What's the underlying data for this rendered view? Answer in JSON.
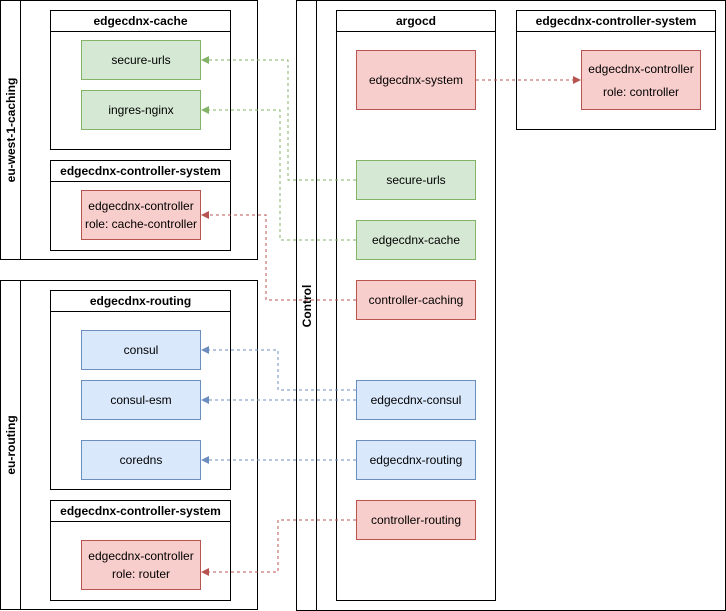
{
  "pools": {
    "caching": "eu-west-1-caching",
    "routing": "eu-routing",
    "control": "Control"
  },
  "namespaces": {
    "cache": "edgecdnx-cache",
    "caching_controller_system": "edgecdnx-controller-system",
    "routing": "edgecdnx-routing",
    "routing_controller_system": "edgecdnx-controller-system",
    "argocd": "argocd",
    "control_controller_system": "edgecdnx-controller-system"
  },
  "nodes": {
    "cache_secure_urls": "secure-urls",
    "cache_ingres_nginx": "ingres-nginx",
    "caching_controller": {
      "name": "edgecdnx-controller",
      "role": "role: cache-controller"
    },
    "routing_consul": "consul",
    "routing_consul_esm": "consul-esm",
    "routing_coredns": "coredns",
    "routing_controller": {
      "name": "edgecdnx-controller",
      "role": "role: router"
    },
    "argo_edgecdnx_system": "edgecdnx-system",
    "argo_secure_urls": "secure-urls",
    "argo_edgecdnx_cache": "edgecdnx-cache",
    "argo_controller_caching": "controller-caching",
    "argo_edgecdnx_consul": "edgecdnx-consul",
    "argo_edgecdnx_routing": "edgecdnx-routing",
    "argo_controller_routing": "controller-routing",
    "control_controller": {
      "name": "edgecdnx-controller",
      "role": "role: controller"
    }
  },
  "colors": {
    "green_fill": "#d5e8d4",
    "green_stroke": "#82b366",
    "red_fill": "#f8cecc",
    "red_stroke": "#b85450",
    "blue_fill": "#dae8fc",
    "blue_stroke": "#6c8ebf"
  }
}
